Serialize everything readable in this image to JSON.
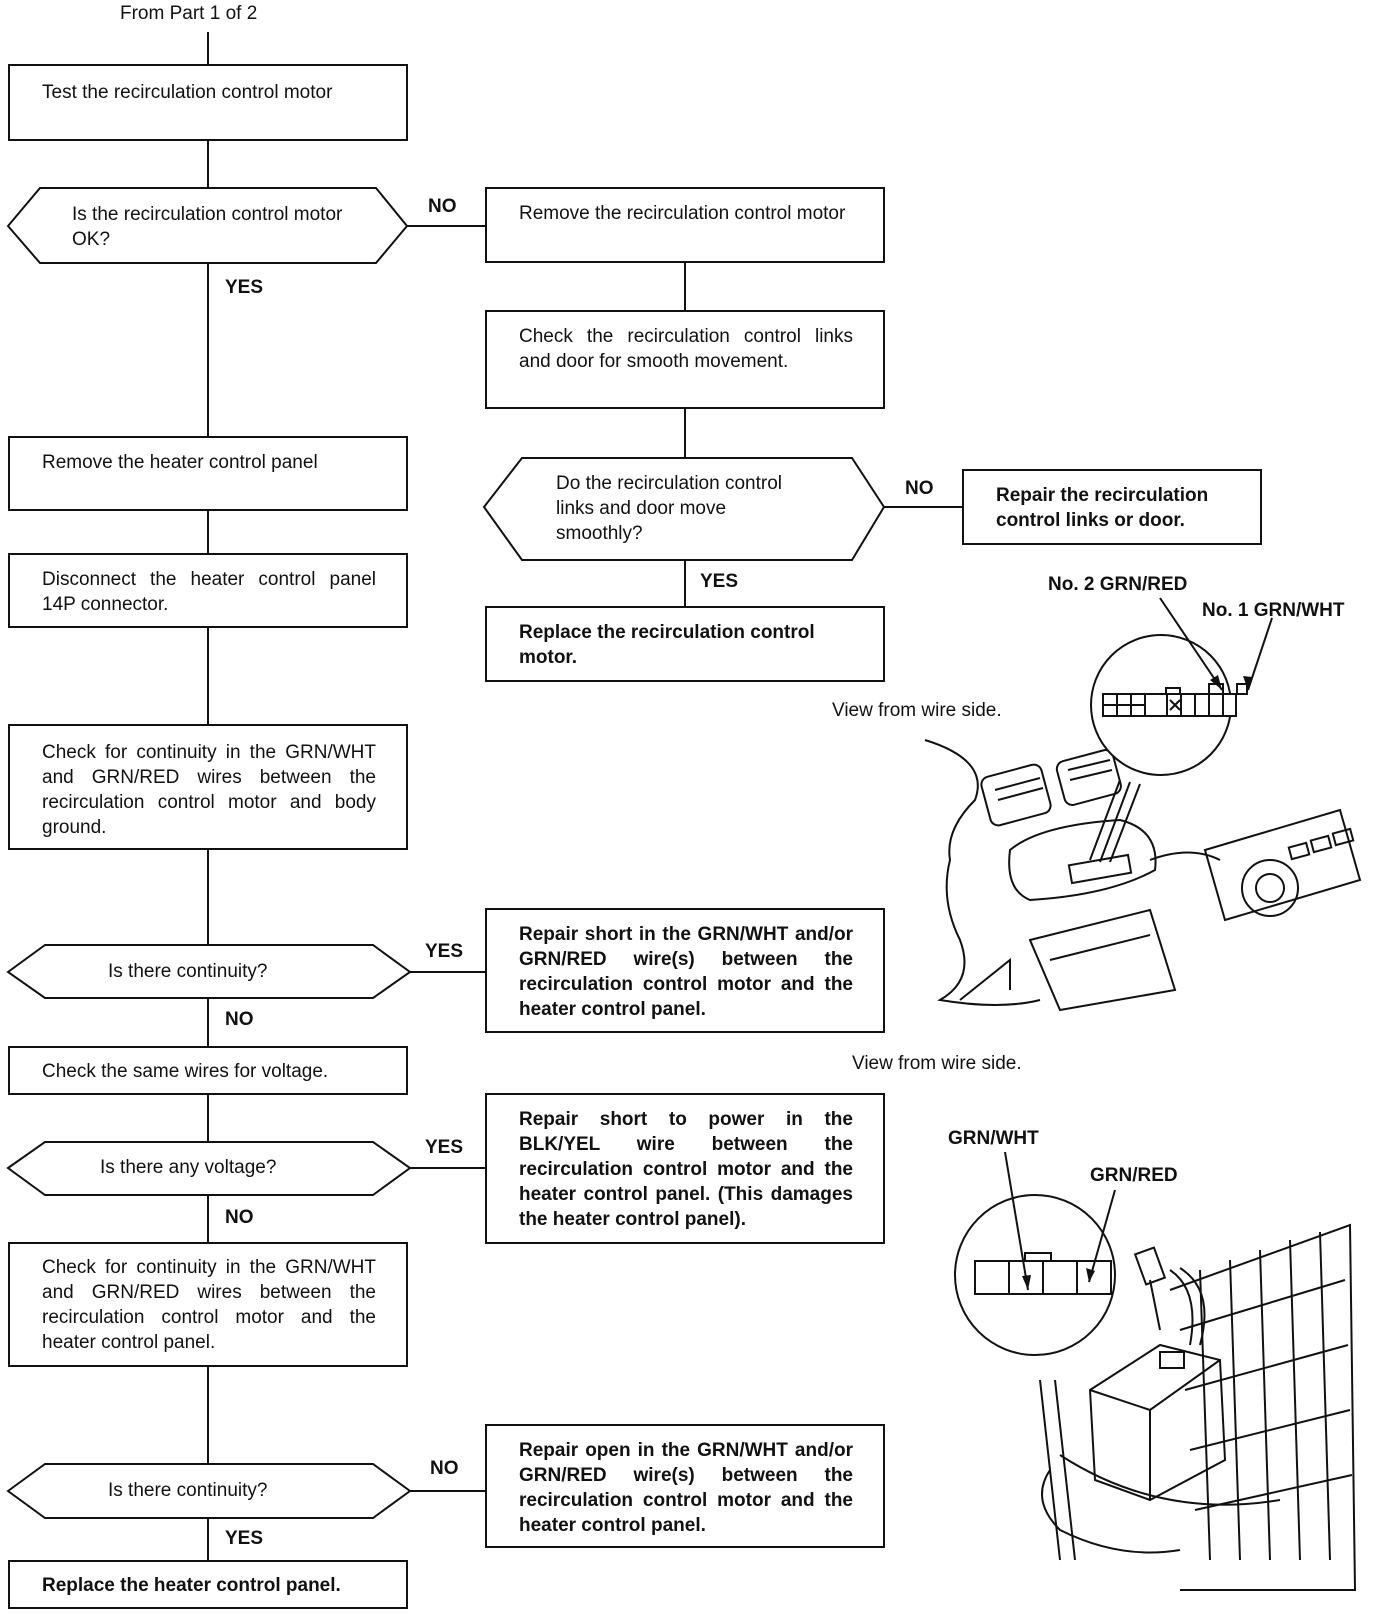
{
  "header": "From Part  1 of 2",
  "flow": {
    "test_motor": "Test the recirculation control motor",
    "q_motor_ok": "Is the recirculation control motor OK?",
    "remove_motor": "Remove the recirculation control motor",
    "check_links": "Check the recirculation control links and door for smooth movement.",
    "q_links_smooth": "Do the recirculation control links and door move smoothly?",
    "repair_links": "Repair the recirculation control links or door.",
    "replace_motor": "Replace the recirculation control motor.",
    "remove_panel": "Remove the heater control panel",
    "disconnect_connector": "Disconnect the heater control panel 14P connector.",
    "check_continuity_ground": "Check for continuity in the GRN/WHT and GRN/RED wires between the recirculation control motor and body ground.",
    "q_continuity_1": "Is there continuity?",
    "repair_short": "Repair short in the GRN/WHT and/or GRN/RED wire(s) between the recirculation control motor and the heater control panel.",
    "check_voltage": "Check the same wires for voltage.",
    "q_voltage": "Is there any voltage?",
    "repair_short_power": "Repair short to power in the BLK/YEL wire between the recirculation control motor and the heater control panel. (This damages the heater control panel).",
    "check_continuity_panel": "Check for continuity in the GRN/WHT and GRN/RED wires between the recirculation control motor and the heater control panel.",
    "q_continuity_2": "Is there continuity?",
    "repair_open": "Repair open in the GRN/WHT and/or GRN/RED wire(s) between the recirculation control motor and the heater control panel.",
    "replace_panel": "Replace the heater control panel."
  },
  "labels": {
    "yes": "YES",
    "no": "NO"
  },
  "illustration_top": {
    "caption": "View from wire side.",
    "pin2": "No. 2 GRN/RED",
    "pin1": "No. 1 GRN/WHT"
  },
  "illustration_bottom": {
    "caption": "View from wire side.",
    "wire1": "GRN/WHT",
    "wire2": "GRN/RED"
  }
}
